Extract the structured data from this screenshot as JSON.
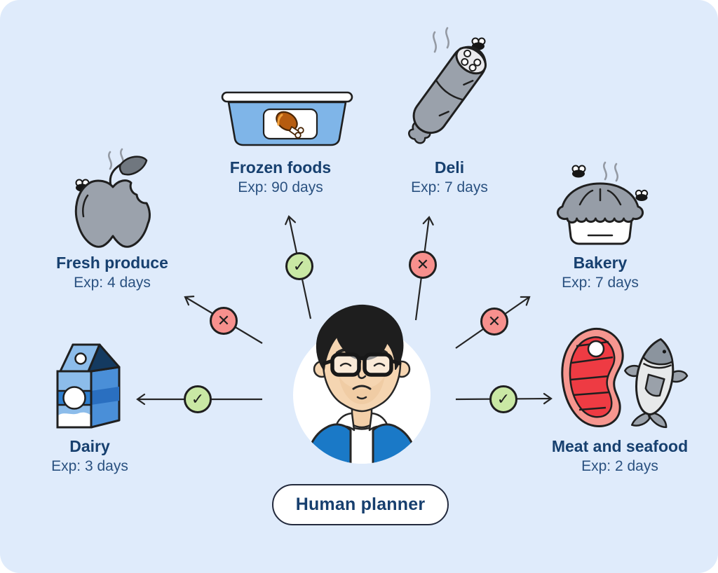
{
  "canvas": {
    "background": "#dfebfb",
    "outside": "#ffffff"
  },
  "center": {
    "label": "Human planner",
    "avatar": "worried-man-avatar"
  },
  "icons": {
    "approved": "✓",
    "rejected": "✕"
  },
  "colors": {
    "label_title": "#17406f",
    "label_sub": "#2a5180",
    "approved_fill": "#c9e8a4",
    "rejected_fill": "#f7908d",
    "outline": "#1f1f1f",
    "arrow": "#252525",
    "accent_blue": "#1a79c7"
  },
  "categories": [
    {
      "id": "fresh-produce",
      "label": "Fresh produce",
      "exp": "Exp: 4 days",
      "status": "rejected",
      "icon": "rotten-apple-icon"
    },
    {
      "id": "frozen-foods",
      "label": "Frozen foods",
      "exp": "Exp: 90 days",
      "status": "approved",
      "icon": "frozen-container-icon"
    },
    {
      "id": "deli",
      "label": "Deli",
      "exp": "Exp: 7 days",
      "status": "rejected",
      "icon": "spoiled-sausage-icon"
    },
    {
      "id": "bakery",
      "label": "Bakery",
      "exp": "Exp: 7 days",
      "status": "rejected",
      "icon": "spoiled-pie-icon"
    },
    {
      "id": "dairy",
      "label": "Dairy",
      "exp": "Exp: 3 days",
      "status": "approved",
      "icon": "milk-carton-icon"
    },
    {
      "id": "meat-seafood",
      "label": "Meat and seafood",
      "exp": "Exp: 2 days",
      "status": "approved",
      "icon": "steak-and-fish-icon"
    }
  ]
}
